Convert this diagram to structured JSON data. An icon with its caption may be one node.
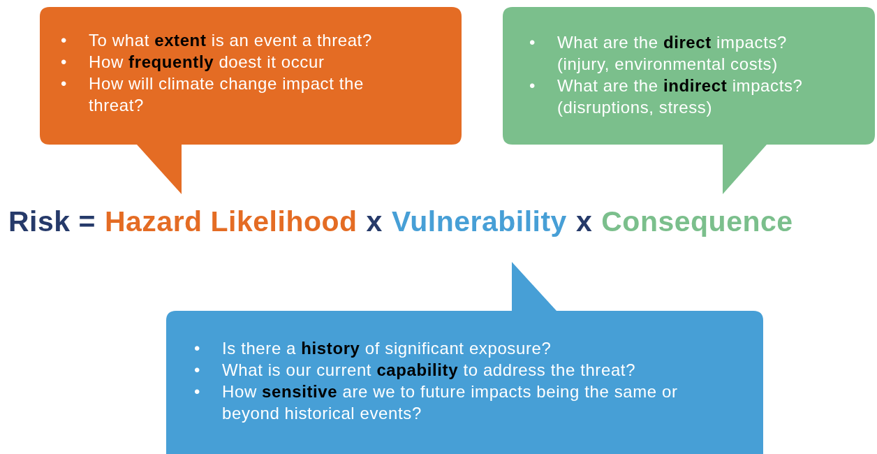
{
  "diagram": {
    "nodes": [
      {
        "text": [
          "•",
          "To what **extent** is an event a threat?",
          "•",
          "How **frequently** doest it occur",
          "•",
          "How will climate change impact the threat?"
        ]
      },
      {
        "text": [
          "•",
          "What are the **direct** impacts? (injury, environmental costs)",
          "•",
          "What are the **indirect** impacts? (disruptions, stress)"
        ]
      },
      {
        "text": [
          "•",
          "Is there a **history** of significant exposure?",
          "•",
          "What is our current **capability** to address the threat?",
          "•",
          "How **sensitive** are we to future impacts being the same or beyond historical events?"
        ]
      }
    ],
    "labels": [
      "Risk =",
      "Hazard Likelihood",
      "x",
      "Vulnerability",
      "x",
      "Consequence"
    ]
  }
}
